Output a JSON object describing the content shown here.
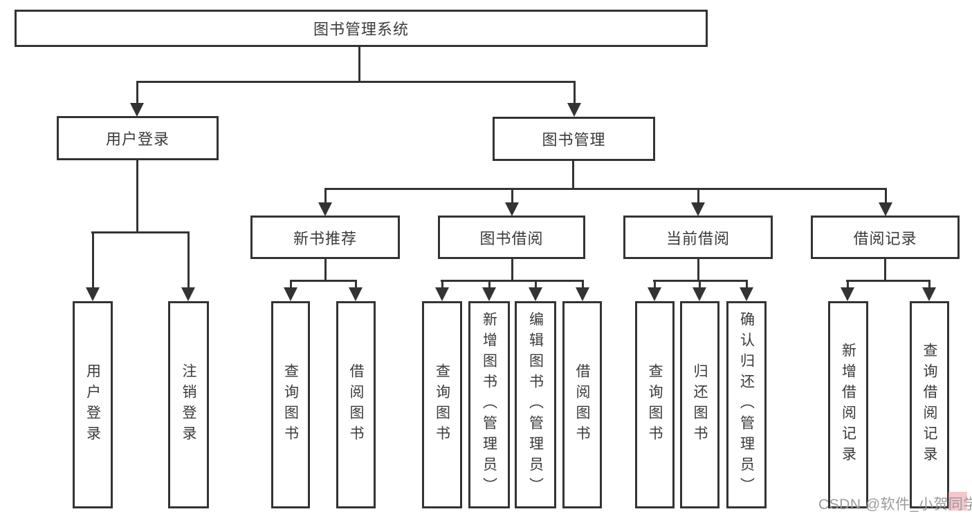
{
  "diagram": {
    "title": "图书管理系统",
    "level2": [
      {
        "label": "用户登录"
      },
      {
        "label": "图书管理"
      }
    ],
    "level3": [
      {
        "label": "新书推荐"
      },
      {
        "label": "图书借阅"
      },
      {
        "label": "当前借阅"
      },
      {
        "label": "借阅记录"
      }
    ],
    "leaves": [
      {
        "label": "用户登录"
      },
      {
        "label": "注销登录"
      },
      {
        "label": "查询图书"
      },
      {
        "label": "借阅图书"
      },
      {
        "label": "查询图书"
      },
      {
        "label": "新增图书（管理员）"
      },
      {
        "label": "编辑图书（管理员）"
      },
      {
        "label": "借阅图书"
      },
      {
        "label": "查询图书"
      },
      {
        "label": "归还图书"
      },
      {
        "label": "确认归还（管理员）"
      },
      {
        "label": "新增借阅记录"
      },
      {
        "label": "查询借阅记录"
      }
    ],
    "watermark": {
      "text": "CSDN @软件_小贺同学"
    },
    "colors": {
      "line": "#333333",
      "box_border": "#333333",
      "text": "#3a3a3a",
      "background": "#ffffff",
      "watermark": "#9b9b9b",
      "watermark_accent": "#f3a7b2"
    }
  }
}
